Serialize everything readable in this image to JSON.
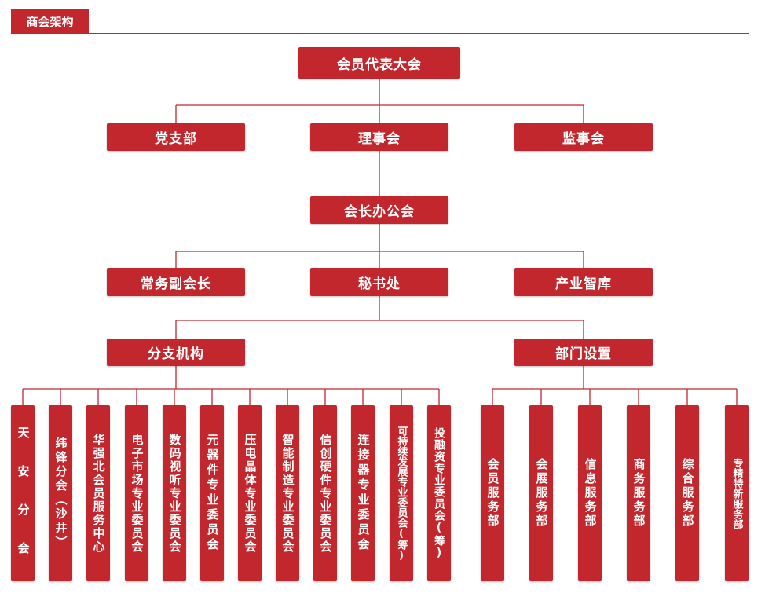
{
  "section_title": "商会架构",
  "colors": {
    "accent": "#c1272d",
    "line": "#c1272d",
    "text_on_accent": "#ffffff"
  },
  "nodes": {
    "assembly": "会员代表大会",
    "party_branch": "党支部",
    "council": "理事会",
    "supervisory_board": "监事会",
    "president_office": "会长办公会",
    "executive_vp": "常务副会长",
    "secretariat": "秘书处",
    "industry_think_tank": "产业智库",
    "branches": "分支机构",
    "departments": "部门设置"
  },
  "branch_items": [
    "天 安 分 会",
    "纬锋分会（沙井）",
    "华强北会员服务中心",
    "电子市场专业委员会",
    "数码视听专业委员会",
    "元器件专业委员会",
    "压电晶体专业委员会",
    "智能制造专业委员会",
    "信创硬件专业委员会",
    "连接器专业委员会",
    "可持续发展专业委员会(筹)",
    "投融资专业委员会(筹)"
  ],
  "department_items": [
    "会员服务部",
    "会展服务部",
    "信息服务部",
    "商务服务部",
    "综合服务部",
    "专精特新服务部"
  ]
}
